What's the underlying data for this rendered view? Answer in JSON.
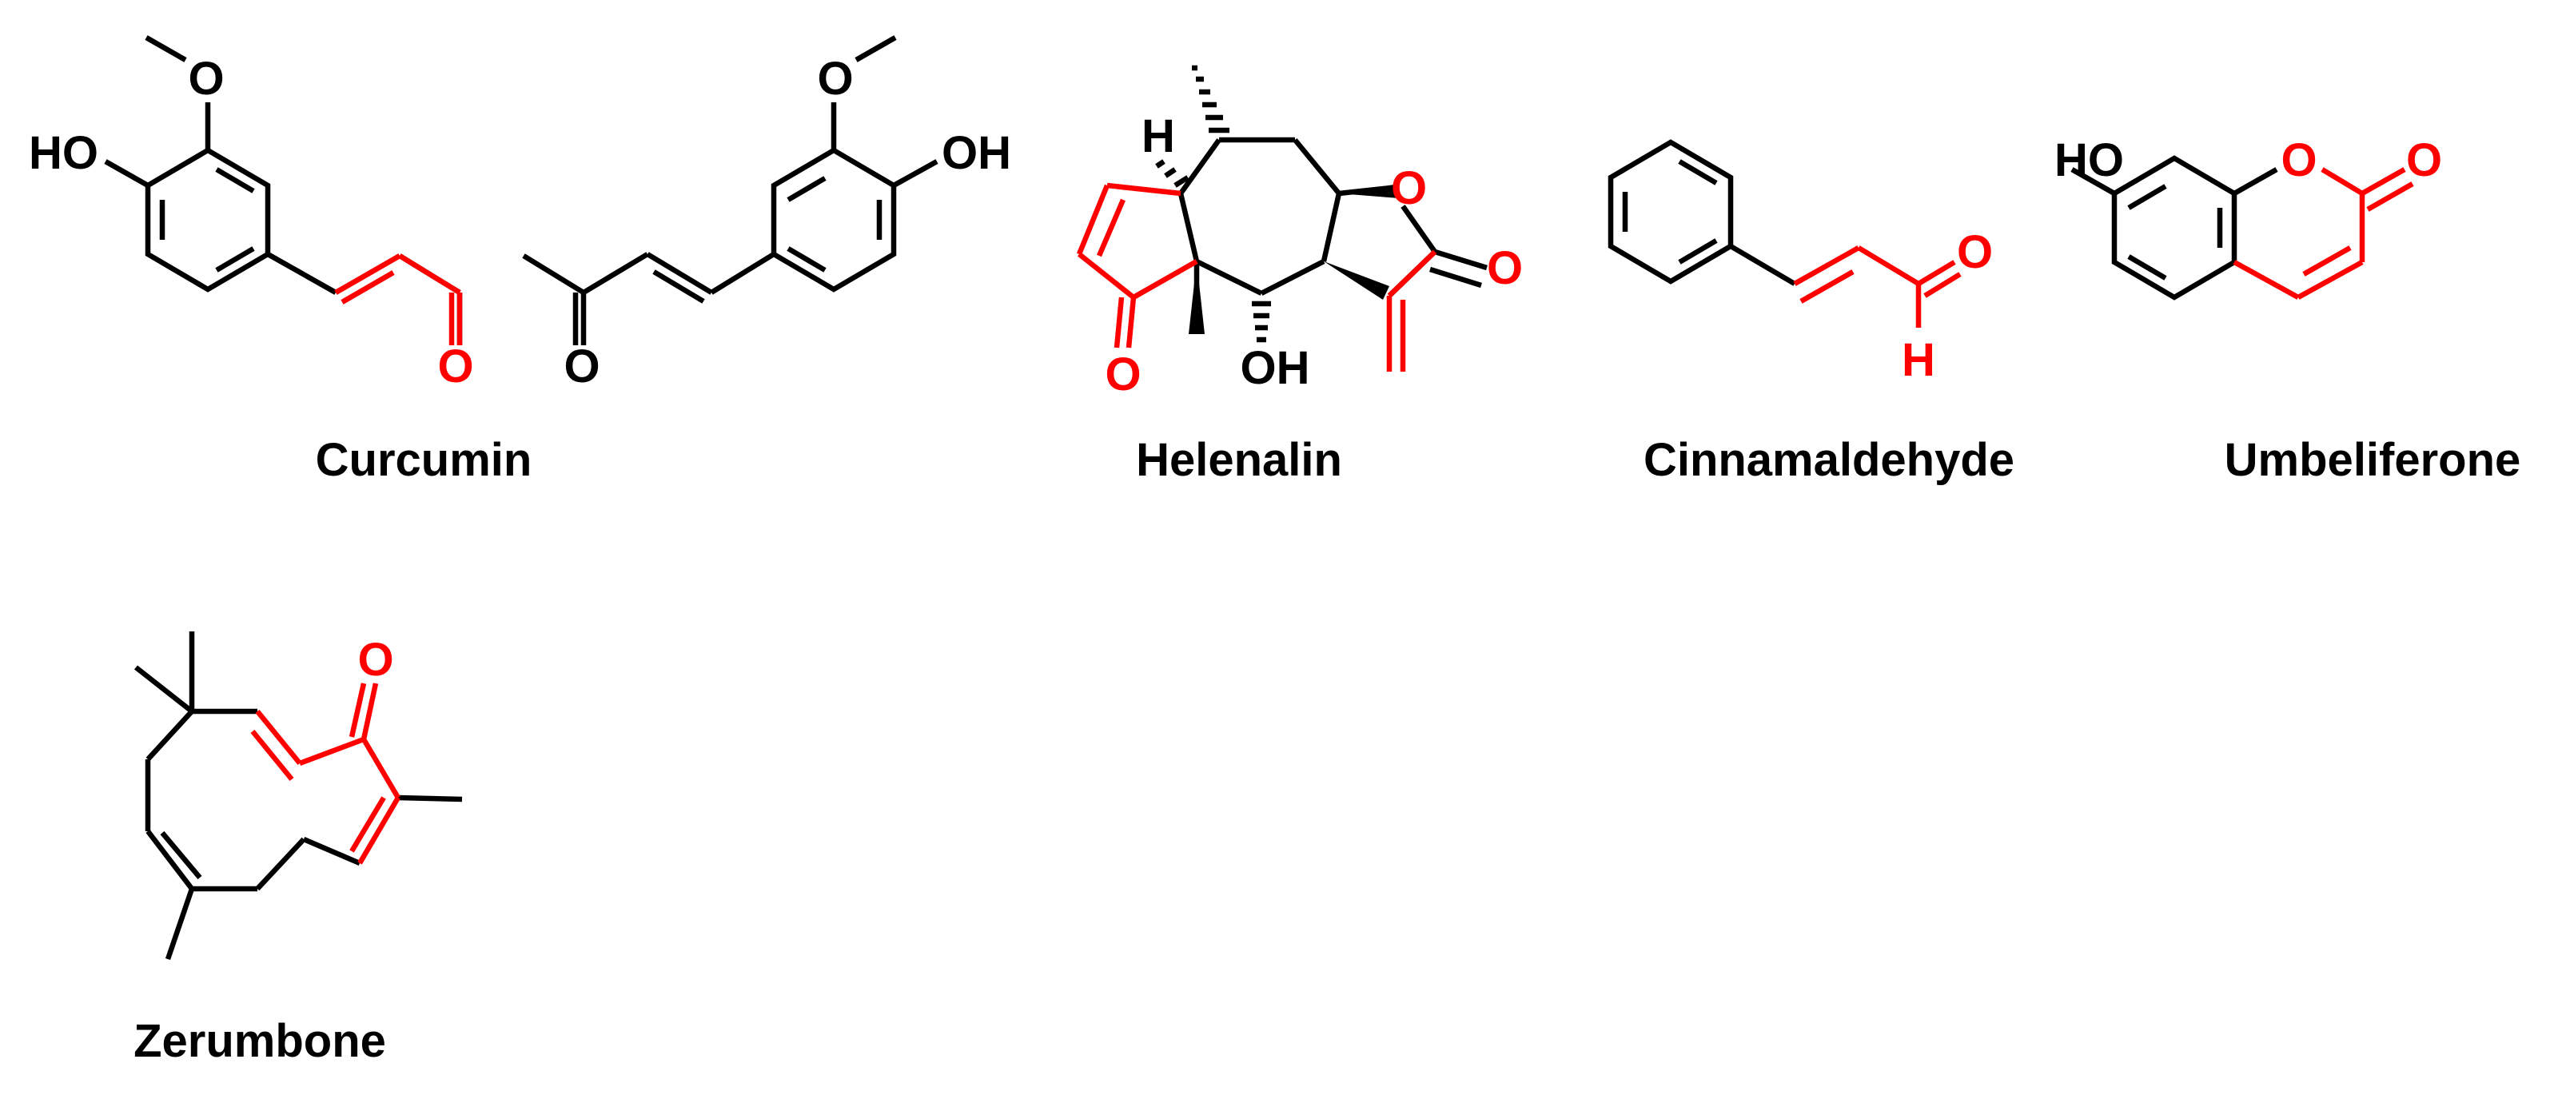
{
  "colors": {
    "skeleton": "#000000",
    "michael_acceptor": "#ff0000"
  },
  "compounds": [
    {
      "name": "Curcumin",
      "labels": [
        "HO",
        "O",
        "O",
        "O",
        "O",
        "OH"
      ]
    },
    {
      "name": "Helenalin",
      "labels": [
        "H",
        "O",
        "O",
        "O",
        "OH"
      ]
    },
    {
      "name": "Cinnamaldehyde",
      "labels": [
        "O",
        "H"
      ]
    },
    {
      "name": "Umbeliferone",
      "labels": [
        "HO",
        "O",
        "O"
      ]
    },
    {
      "name": "Zerumbone",
      "labels": [
        "O"
      ]
    }
  ]
}
